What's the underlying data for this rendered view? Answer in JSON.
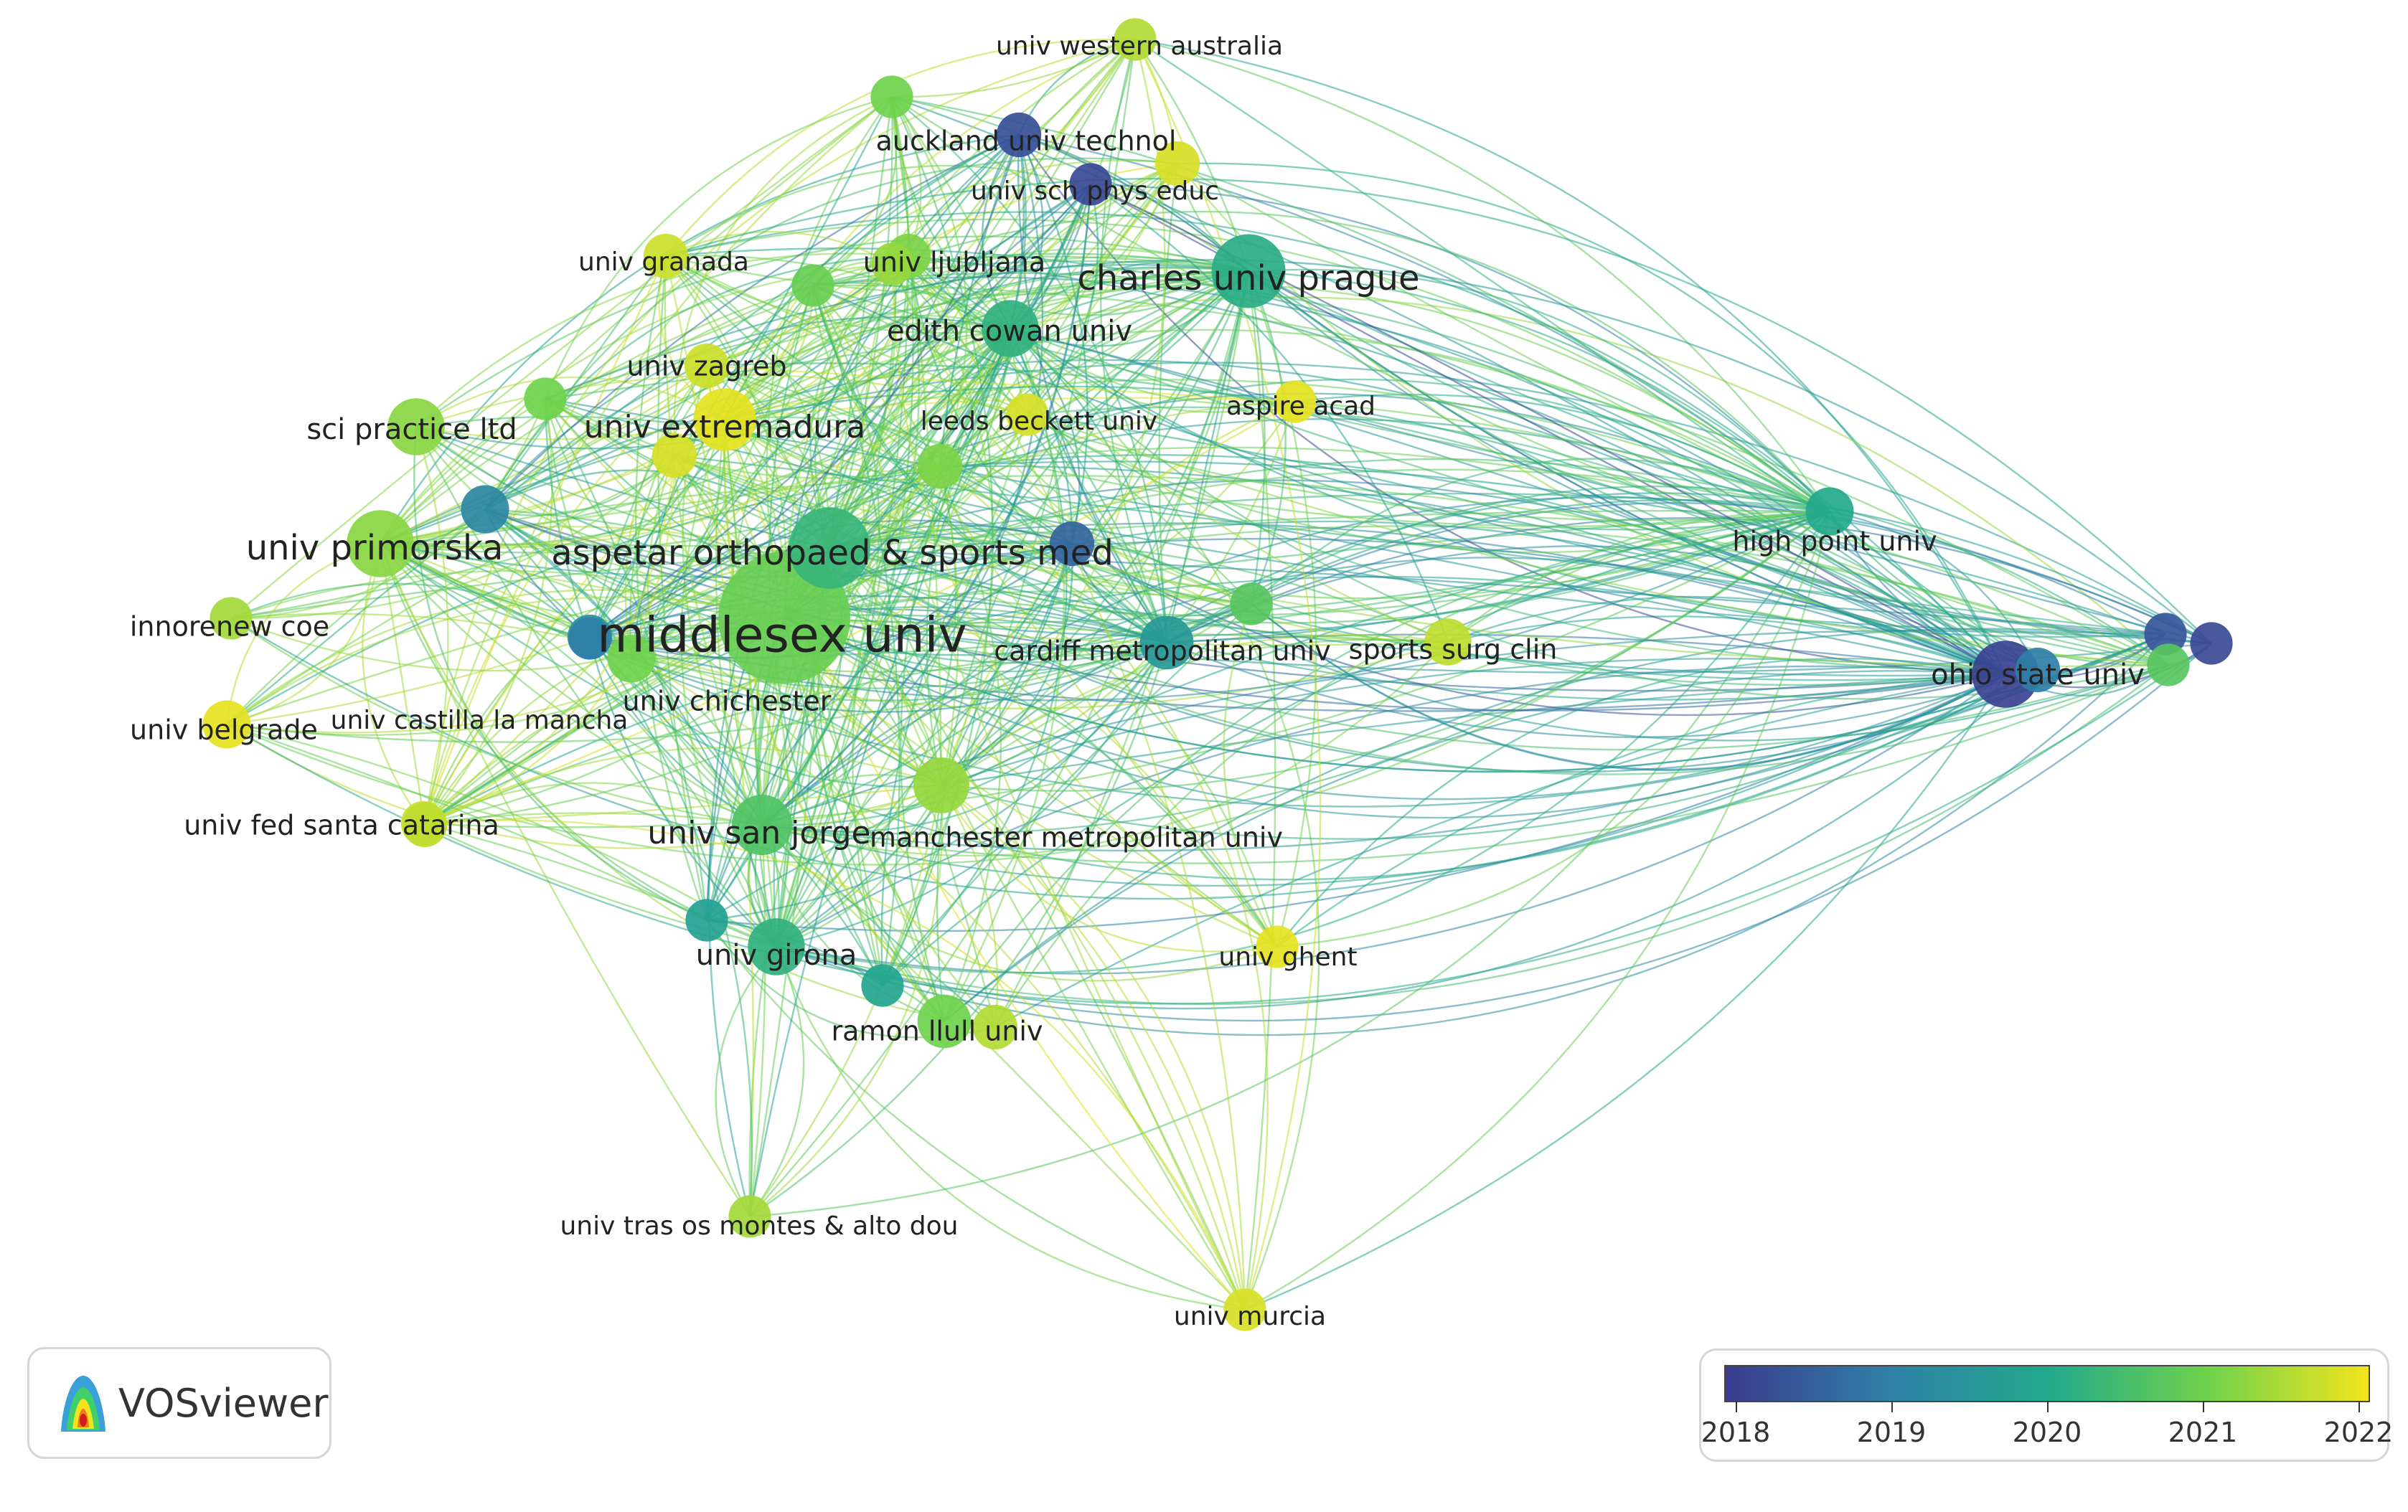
{
  "app": {
    "name": "VOSviewer"
  },
  "legend": {
    "years": [
      "2018",
      "2019",
      "2020",
      "2021",
      "2022"
    ],
    "colors": [
      "#3b3b8f",
      "#2f7fa8",
      "#22a98c",
      "#6fd24c",
      "#f2e41c"
    ]
  },
  "network": {
    "nodes": [
      {
        "id": "middlesex",
        "label": "middlesex univ",
        "weight": 1.0,
        "year": 2020.9
      },
      {
        "id": "aspetar",
        "label": "aspetar orthopaed & sports med",
        "weight": 0.55,
        "year": 2020.3
      },
      {
        "id": "charles",
        "label": "charles univ prague",
        "weight": 0.48,
        "year": 2020.1
      },
      {
        "id": "primorska",
        "label": "univ primorska",
        "weight": 0.42,
        "year": 2021.2
      },
      {
        "id": "ohio",
        "label": "ohio state univ",
        "weight": 0.42,
        "year": 2018.1
      },
      {
        "id": "extremadura",
        "label": "univ extremadura",
        "weight": 0.38,
        "year": 2021.9
      },
      {
        "id": "scipractice",
        "label": "sci practice ltd",
        "weight": 0.33,
        "year": 2021.2
      },
      {
        "id": "edith",
        "label": "edith cowan univ",
        "weight": 0.33,
        "year": 2020.2
      },
      {
        "id": "girona",
        "label": "univ girona",
        "weight": 0.33,
        "year": 2020.2
      },
      {
        "id": "sanjorge",
        "label": "univ san jorge",
        "weight": 0.36,
        "year": 2020.6
      },
      {
        "id": "cardiff",
        "label": "cardiff metropolitan univ",
        "weight": 0.3,
        "year": 2019.6
      },
      {
        "id": "ramonllull",
        "label": "ramon llull univ",
        "weight": 0.3,
        "year": 2021.0
      },
      {
        "id": "manchester",
        "label": "manchester metropolitan univ",
        "weight": 0.32,
        "year": 2021.3
      },
      {
        "id": "chichester",
        "label": "univ chichester",
        "weight": 0.25,
        "year": 2021.0
      },
      {
        "id": "highpoint",
        "label": "high point univ",
        "weight": 0.25,
        "year": 2020.0
      },
      {
        "id": "sportssurg",
        "label": "sports surg clin",
        "weight": 0.24,
        "year": 2021.6
      },
      {
        "id": "innorenew",
        "label": "innorenew coe",
        "weight": 0.2,
        "year": 2021.4
      },
      {
        "id": "belgrade",
        "label": "univ belgrade",
        "weight": 0.25,
        "year": 2021.9
      },
      {
        "id": "castilla",
        "label": "univ castilla la mancha",
        "weight": 0.22,
        "year": 2019.4
      },
      {
        "id": "fedsanta",
        "label": "univ fed santa catarina",
        "weight": 0.22,
        "year": 2021.7
      },
      {
        "id": "granada",
        "label": "univ granada",
        "weight": 0.22,
        "year": 2021.7
      },
      {
        "id": "ljubljana",
        "label": "univ ljubljana",
        "weight": 0.22,
        "year": 2021.1
      },
      {
        "id": "zagreb",
        "label": "univ zagreb",
        "weight": 0.22,
        "year": 2021.7
      },
      {
        "id": "leeds",
        "label": "leeds beckett univ",
        "weight": 0.2,
        "year": 2021.8
      },
      {
        "id": "aspire",
        "label": "aspire acad",
        "weight": 0.2,
        "year": 2021.9
      },
      {
        "id": "auckland",
        "label": "auckland univ technol",
        "weight": 0.22,
        "year": 2018.3
      },
      {
        "id": "schphys",
        "label": "univ sch phys educ",
        "weight": 0.2,
        "year": 2018.2
      },
      {
        "id": "western",
        "label": "univ western australia",
        "weight": 0.2,
        "year": 2021.5
      },
      {
        "id": "ghent",
        "label": "univ ghent",
        "weight": 0.2,
        "year": 2021.9
      },
      {
        "id": "trasos",
        "label": "univ tras os montes & alto dou",
        "weight": 0.2,
        "year": 2021.4
      },
      {
        "id": "murcia",
        "label": "univ murcia",
        "weight": 0.2,
        "year": 2021.8
      },
      {
        "id": "n1",
        "label": "",
        "weight": 0.25,
        "year": 2019.2
      },
      {
        "id": "n2",
        "label": "",
        "weight": 0.2,
        "year": 2019.0
      },
      {
        "id": "n3",
        "label": "",
        "weight": 0.2,
        "year": 2020.9
      },
      {
        "id": "n4",
        "label": "",
        "weight": 0.2,
        "year": 2021.0
      },
      {
        "id": "n5",
        "label": "",
        "weight": 0.22,
        "year": 2021.8
      },
      {
        "id": "n6",
        "label": "",
        "weight": 0.22,
        "year": 2021.1
      },
      {
        "id": "n7",
        "label": "",
        "weight": 0.2,
        "year": 2020.7
      },
      {
        "id": "n8",
        "label": "",
        "weight": 0.2,
        "year": 2021.3
      },
      {
        "id": "n9",
        "label": "",
        "weight": 0.22,
        "year": 2021.5
      },
      {
        "id": "n10",
        "label": "",
        "weight": 0.2,
        "year": 2019.9
      },
      {
        "id": "n11",
        "label": "",
        "weight": 0.2,
        "year": 2021.0
      },
      {
        "id": "n12",
        "label": "",
        "weight": 0.2,
        "year": 2019.8
      },
      {
        "id": "n13",
        "label": "",
        "weight": 0.22,
        "year": 2021.6
      },
      {
        "id": "n14",
        "label": "",
        "weight": 0.22,
        "year": 2021.8
      },
      {
        "id": "n15",
        "label": "",
        "weight": 0.22,
        "year": 2018.6
      },
      {
        "id": "n16",
        "label": "",
        "weight": 0.2,
        "year": 2018.4
      },
      {
        "id": "n17",
        "label": "",
        "weight": 0.2,
        "year": 2020.7
      },
      {
        "id": "n18",
        "label": "",
        "weight": 0.2,
        "year": 2018.2
      },
      {
        "id": "n19",
        "label": "",
        "weight": 0.22,
        "year": 2019.0
      }
    ]
  }
}
